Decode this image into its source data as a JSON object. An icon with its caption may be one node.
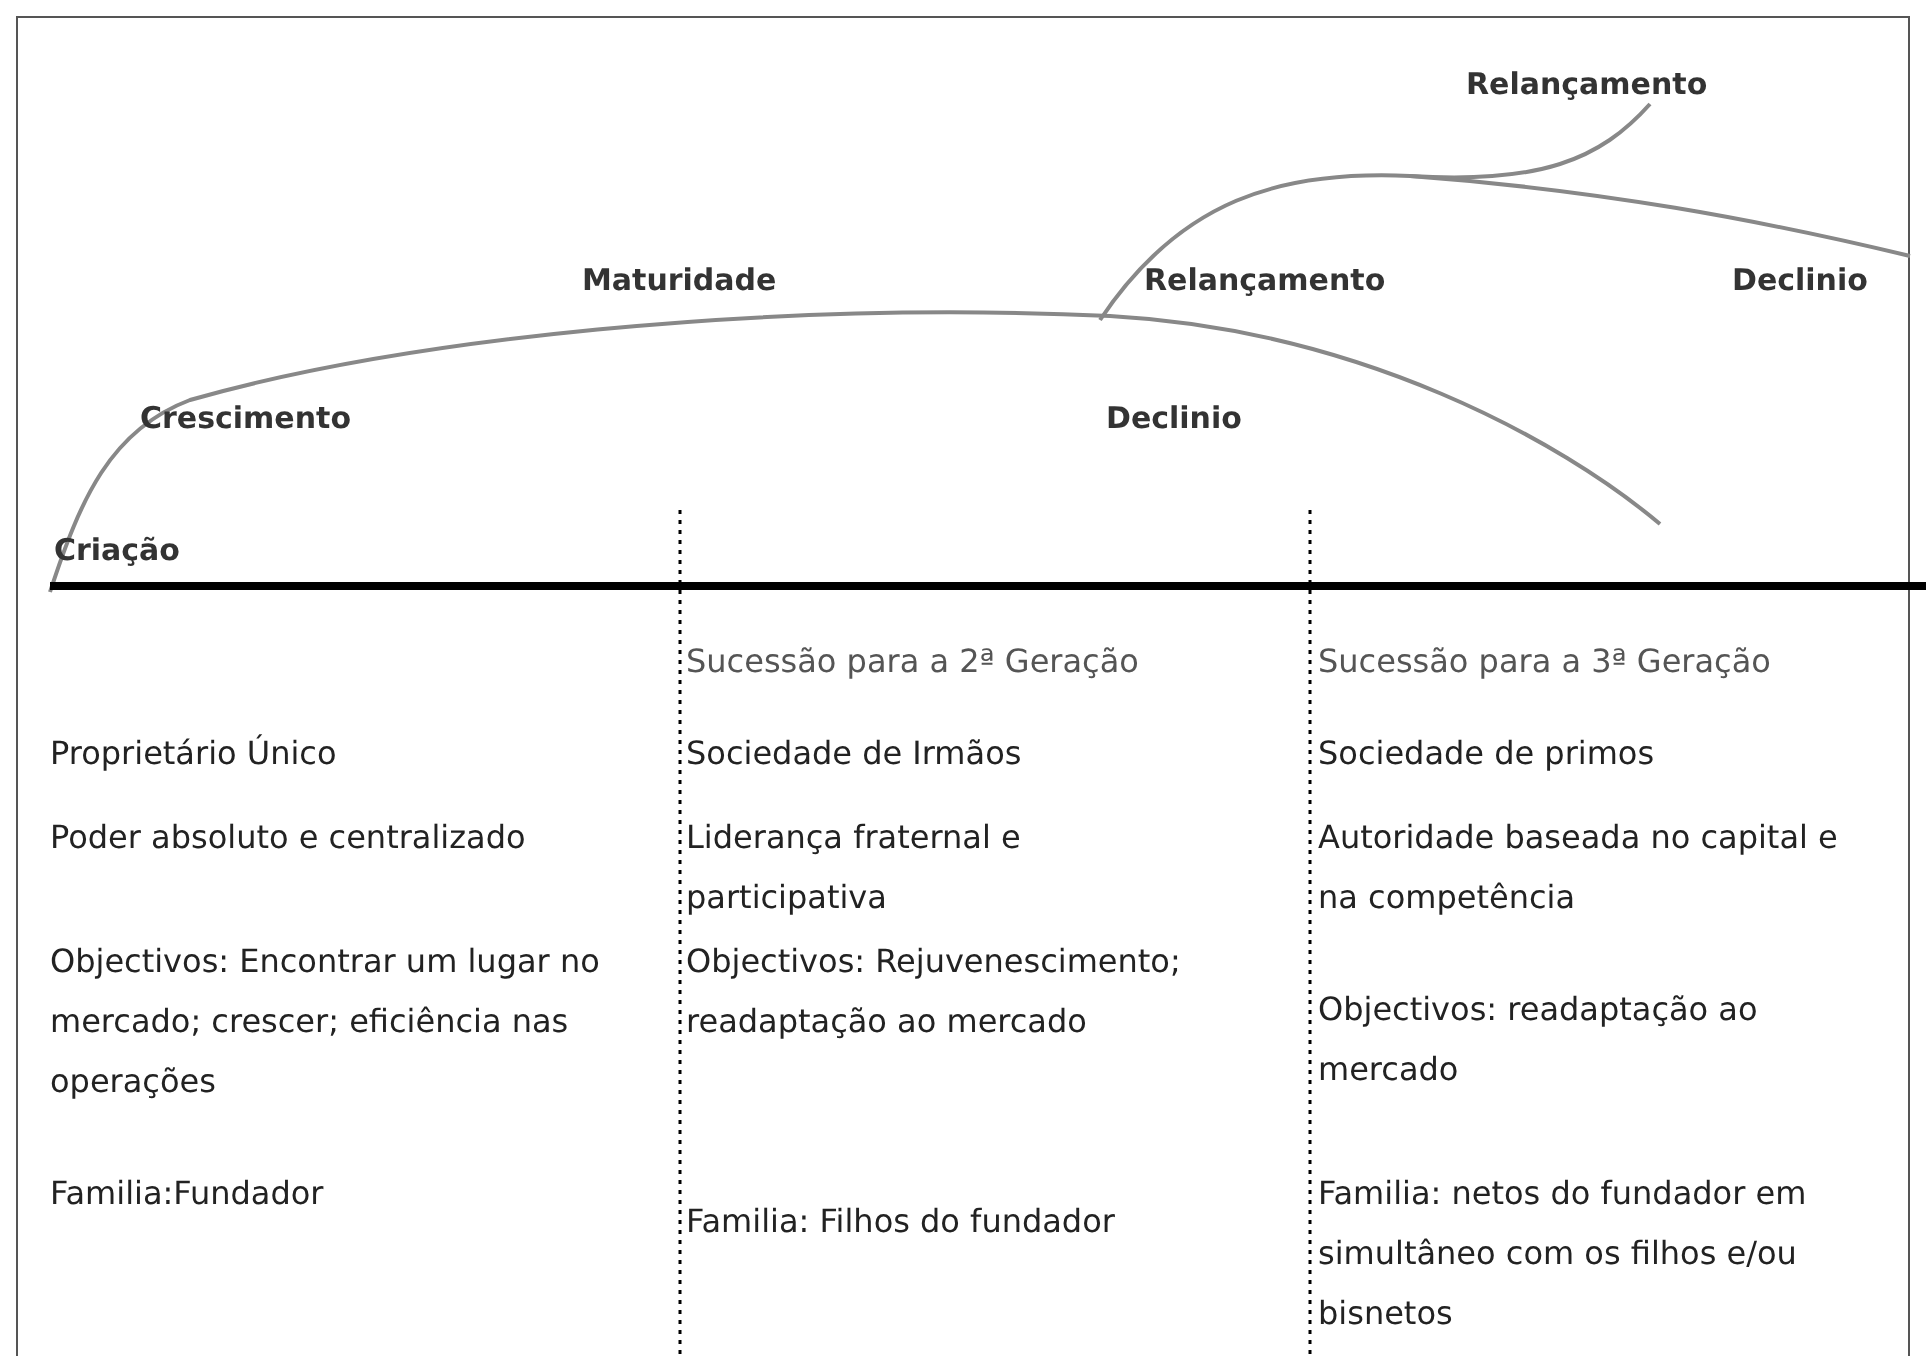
{
  "diagram": {
    "labels": [
      "Relançamento",
      "Maturidade",
      "Relançamento",
      "Declinio",
      "Crescimento",
      "Declinio",
      "Criação",
      "Sucessão para a 2ª Geração",
      "Sucessão para a 3ª Geração",
      "Proprietário Único",
      "Sociedade de Irmãos",
      "Sociedade de primos",
      "Poder absoluto e centralizado",
      "Liderança fraternal e participativa",
      "Autoridade baseada no capital e na competência",
      "Objectivos: Encontrar um lugar no mercado; crescer; eficiência nas operações",
      "Objectivos: Rejuvenescimento; readaptação ao mercado",
      "Objectivos: readaptação ao mercado",
      "Familia:Fundador",
      "Familia: Filhos do fundador",
      "Familia: netos do fundador em simultâneo com os filhos e/ou bisnetos"
    ]
  }
}
